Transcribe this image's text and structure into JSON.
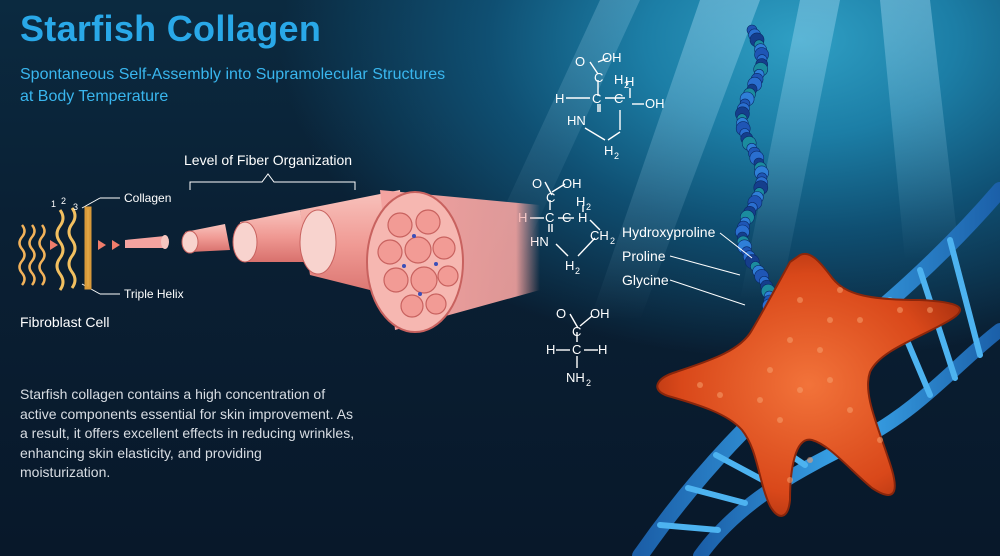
{
  "title": "Starfish Collagen",
  "subtitle_line1": "Spontaneous Self-Assembly into Supramolecular Structures",
  "subtitle_line2": "at Body Temperature",
  "diagram": {
    "fiber_org_label": "Level of Fiber Organization",
    "collagen_label": "Collagen",
    "triple_helix_label": "Triple Helix",
    "fibroblast_label": "Fibroblast Cell",
    "helix_numbers": [
      "1",
      "2",
      "3"
    ]
  },
  "molecule_labels": {
    "hydroxyproline": "Hydroxyproline",
    "proline": "Proline",
    "glycine": "Glycine"
  },
  "description": "Starfish collagen contains a high concentration of active components essential for skin improvement. As a result, it offers excellent effects in reducing wrinkles, enhancing skin elasticity, and providing moisturization.",
  "colors": {
    "title": "#29a8e8",
    "subtitle": "#39b6ee",
    "fiber_pink": "#f4a3a0",
    "starfish_orange": "#e4561f",
    "dna_blue": "#2f8fd6"
  }
}
